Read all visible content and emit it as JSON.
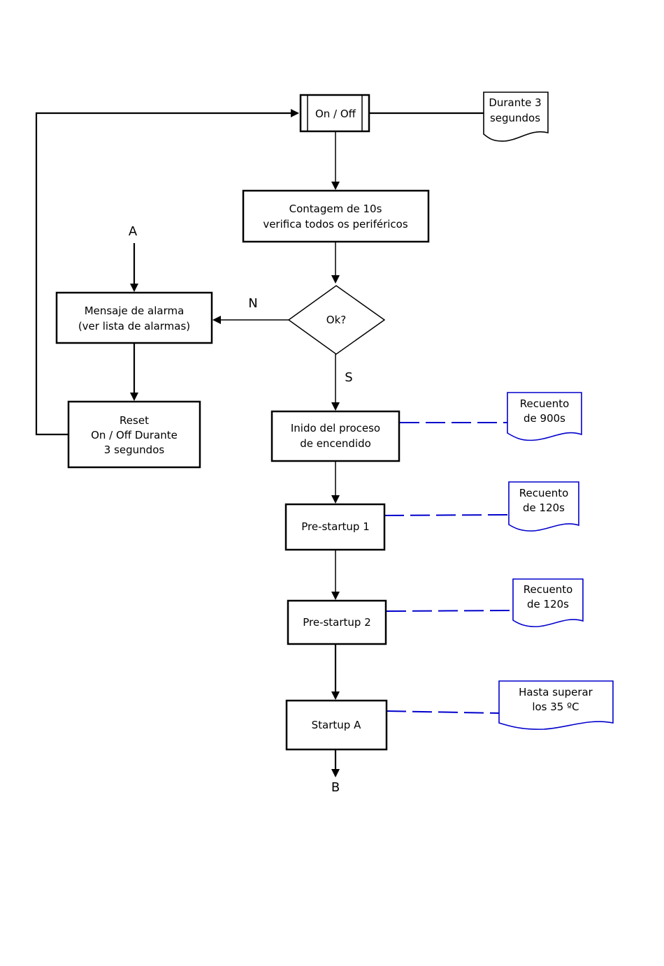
{
  "nodes": {
    "on_off": "On / Off",
    "contagem": [
      "Contagem de 10s",
      "verifica todos os periféricos"
    ],
    "ok": "Ok?",
    "mensaje": [
      "Mensaje de alarma",
      "(ver lista de alarmas)"
    ],
    "reset": [
      "Reset",
      "On / Off Durante",
      "3 segundos"
    ],
    "inicio": [
      "Inido del proceso",
      "de encendido"
    ],
    "prestartup1": "Pre-startup 1",
    "prestartup2": "Pre-startup 2",
    "startup_a": "Startup A"
  },
  "notes": {
    "durante": [
      "Durante 3",
      "segundos"
    ],
    "recuento_900": [
      "Recuento",
      "de 900s"
    ],
    "recuento_120a": [
      "Recuento",
      "de 120s"
    ],
    "recuento_120b": [
      "Recuento",
      "de 120s"
    ],
    "hasta": [
      "Hasta superar",
      "los 35 ºC"
    ]
  },
  "connectors": {
    "a": "A",
    "b": "B",
    "n": "N",
    "s": "S"
  },
  "colors": {
    "stroke": "#000000",
    "note_accent": "#0000cc"
  }
}
